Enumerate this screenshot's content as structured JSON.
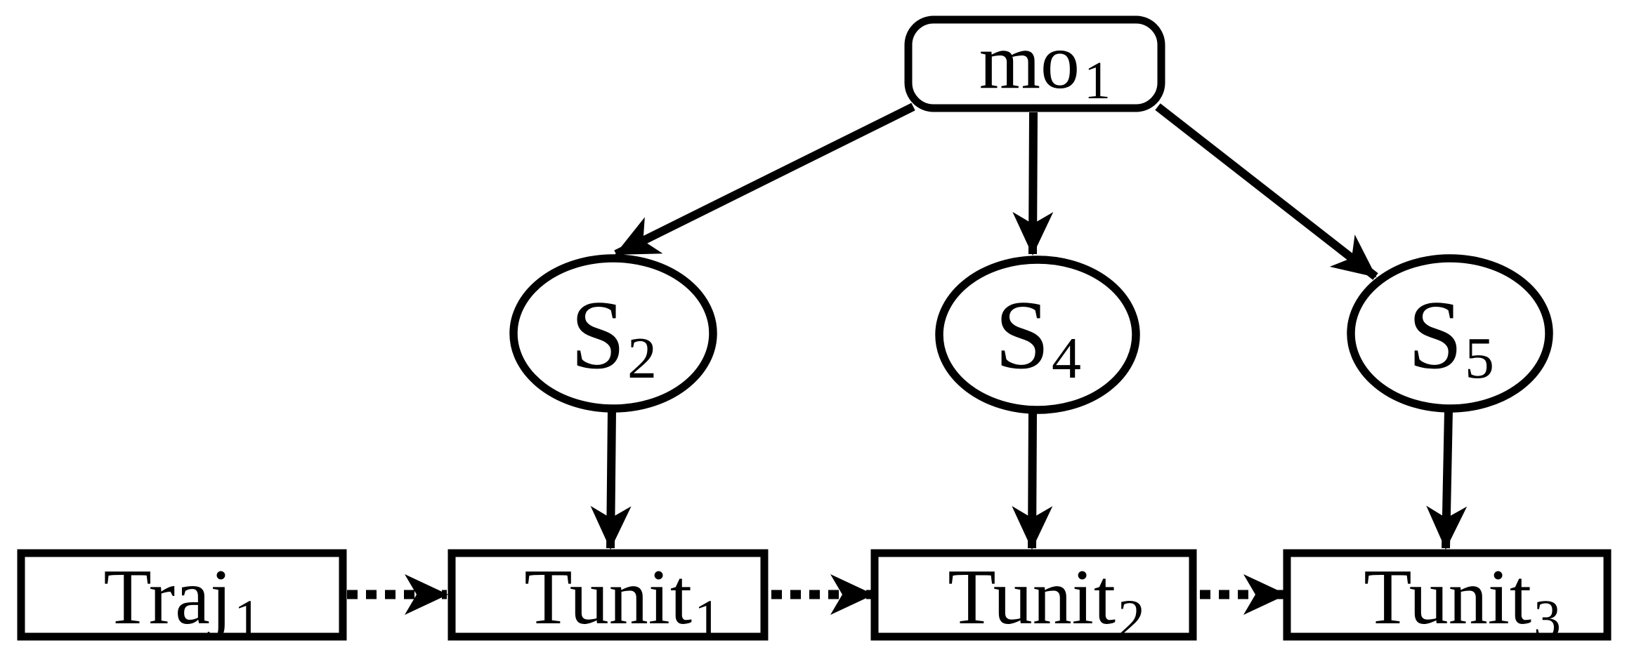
{
  "diagram": {
    "description": "Tree diagram: moving object mo1 links to states S2, S4, S5, which map onto trajectory units; Traj1 chains through Tunit1, Tunit2, Tunit3",
    "colors": {
      "stroke": "#000000",
      "background": "#ffffff",
      "text": "#000000"
    },
    "nodes": {
      "mo1": {
        "base": "mo",
        "sub": "1",
        "label": "mo1",
        "shape": "rounded-rectangle"
      },
      "s2": {
        "base": "S",
        "sub": "2",
        "label": "S2",
        "shape": "ellipse"
      },
      "s4": {
        "base": "S",
        "sub": "4",
        "label": "S4",
        "shape": "ellipse"
      },
      "s5": {
        "base": "S",
        "sub": "5",
        "label": "S5",
        "shape": "ellipse"
      },
      "traj1": {
        "base": "Traj",
        "sub": "1",
        "label": "Traj1",
        "shape": "rectangle"
      },
      "tunit1": {
        "base": "Tunit",
        "sub": "1",
        "label": "Tunit1",
        "shape": "rectangle"
      },
      "tunit2": {
        "base": "Tunit",
        "sub": "2",
        "label": "Tunit2",
        "shape": "rectangle"
      },
      "tunit3": {
        "base": "Tunit",
        "sub": "3",
        "label": "Tunit3",
        "shape": "rectangle"
      }
    },
    "edges": [
      {
        "from": "mo1",
        "to": "s2",
        "style": "solid",
        "arrowhead": "filled-triangle"
      },
      {
        "from": "mo1",
        "to": "s4",
        "style": "solid",
        "arrowhead": "filled-triangle"
      },
      {
        "from": "mo1",
        "to": "s5",
        "style": "solid",
        "arrowhead": "filled-triangle"
      },
      {
        "from": "s2",
        "to": "tunit1",
        "style": "solid",
        "arrowhead": "filled-triangle"
      },
      {
        "from": "s4",
        "to": "tunit2",
        "style": "solid",
        "arrowhead": "filled-triangle"
      },
      {
        "from": "s5",
        "to": "tunit3",
        "style": "solid",
        "arrowhead": "filled-triangle"
      },
      {
        "from": "traj1",
        "to": "tunit1",
        "style": "dashed",
        "arrowhead": "filled-triangle"
      },
      {
        "from": "tunit1",
        "to": "tunit2",
        "style": "dashed",
        "arrowhead": "filled-triangle"
      },
      {
        "from": "tunit2",
        "to": "tunit3",
        "style": "dashed",
        "arrowhead": "filled-triangle"
      }
    ]
  }
}
